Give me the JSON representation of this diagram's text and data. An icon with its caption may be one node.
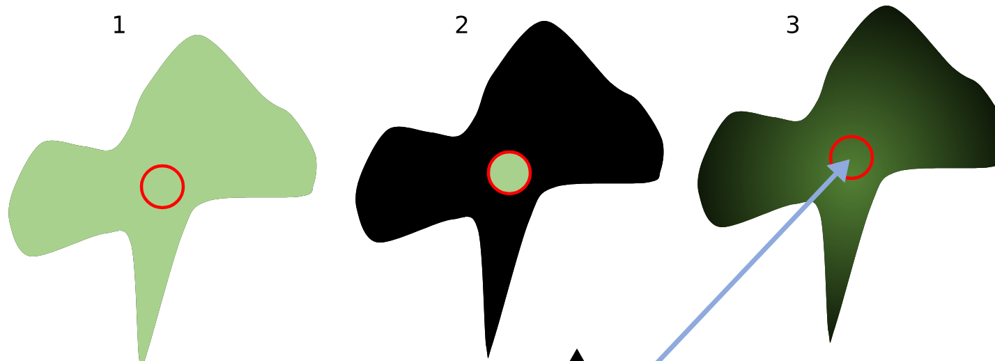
{
  "diagram": {
    "nodes": [
      {
        "text": [
          "1"
        ]
      },
      {
        "text": [],
        "shape": "circle",
        "in": 0
      },
      {
        "text": [
          "2"
        ]
      },
      {
        "text": [],
        "shape": "circle",
        "in": 2
      },
      {
        "text": [
          "3"
        ]
      },
      {
        "text": [],
        "shape": "circle",
        "in": 4
      }
    ],
    "edges": [
      {
        "from": null,
        "to": 5,
        "arrow": "to"
      }
    ]
  }
}
